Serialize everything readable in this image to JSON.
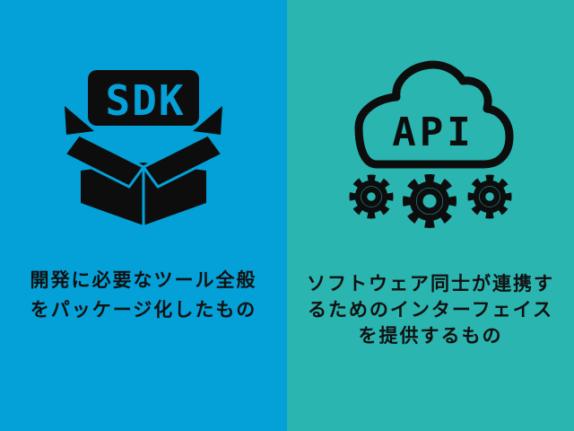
{
  "panels": {
    "left": {
      "icon": "sdk-box-icon",
      "icon_text": "SDK",
      "caption": [
        "開発に必要なツール全般",
        "をパッケージ化したもの"
      ]
    },
    "right": {
      "icon": "api-cloud-gears-icon",
      "icon_text": "API",
      "caption": [
        "ソフトウェア同士が連携す",
        "るためのインターフェイス",
        "を提供するもの"
      ]
    }
  },
  "colors": {
    "left_bg": "#04a1d8",
    "right_bg": "#2ab5b0",
    "icon_black": "#0d0d0d",
    "caption_text": "#111111"
  }
}
